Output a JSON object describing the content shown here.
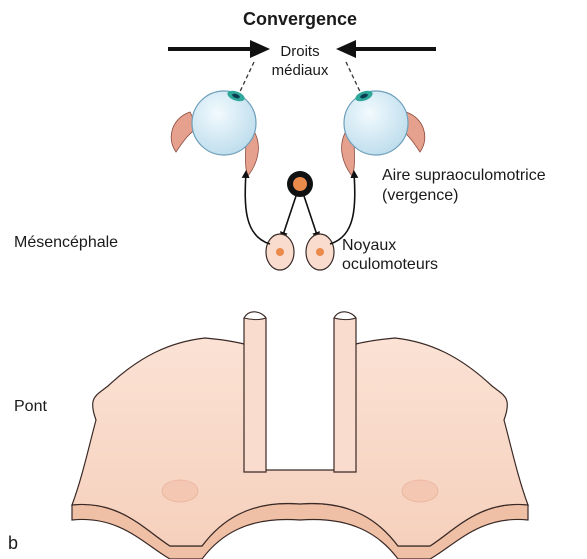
{
  "title": "Convergence",
  "labels": {
    "medial_rectus_line1": "Droits",
    "medial_rectus_line2": "médiaux",
    "supraoculomotor_line1": "Aire supraoculomotrice",
    "supraoculomotor_line2": "(vergence)",
    "mesencephalon": "Mésencéphale",
    "oculomotor_line1": "Noyaux",
    "oculomotor_line2": "oculomoteurs",
    "pons": "Pont",
    "panel": "b"
  },
  "colors": {
    "tissue_fill": "#f9dccd",
    "tissue_side": "#efbfa6",
    "tissue_stroke": "#3a2a26",
    "eye_fill": "#d7ecf6",
    "eye_rim": "#8fbfd6",
    "iris": "#2fa89a",
    "muscle": "#e6a08e",
    "nucleus_dot": "#ea8a4b",
    "arrow": "#111111"
  }
}
